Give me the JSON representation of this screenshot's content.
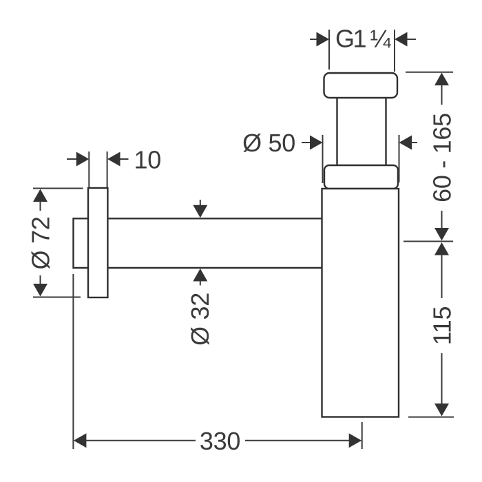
{
  "diagram": {
    "kind": "technical-dimension-drawing",
    "subject": "bottle-trap-siphon-side-view",
    "units_shown": "mm",
    "colors": {
      "outline": "#2e2e2e",
      "dimension": "#3a3a3a",
      "background": "#ffffff"
    }
  },
  "dimensions": {
    "thread_size": "G1 ¼",
    "trap_body_diameter": "Ø 50",
    "inlet_height_range": "60 - 165",
    "body_height": "115",
    "flange_diameter": "Ø 72",
    "flange_thickness": "10",
    "pipe_diameter": "Ø 32",
    "wall_to_trap_center": "330"
  }
}
